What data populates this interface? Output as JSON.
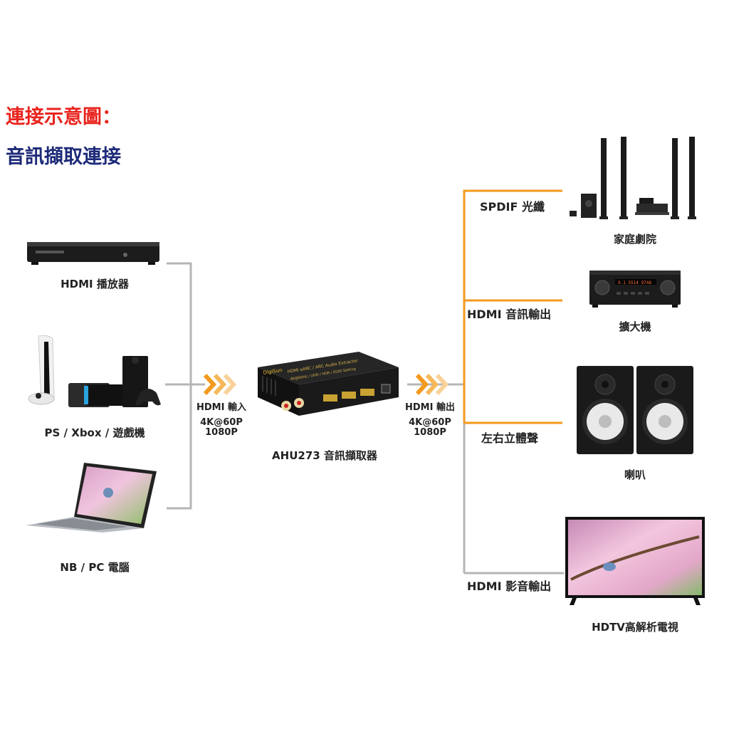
{
  "heading": "連接示意圖：",
  "subheading": "音訊擷取連接",
  "sources": [
    {
      "label": "HDMI 播放器"
    },
    {
      "label": "PS / Xbox / 遊戲機"
    },
    {
      "label": "NB / PC 電腦"
    }
  ],
  "input": {
    "title": "HDMI 輸入",
    "res1": "4K@60P",
    "res2": "1080P"
  },
  "output": {
    "title": "HDMI 輸出",
    "res1": "4K@60P",
    "res2": "1080P"
  },
  "device": {
    "label": "AHU273 音訊擷取器",
    "brand": "DigiSun",
    "front_text1": "HDMI eARC / ARC Audio Extractor",
    "front_text2": "4K@60Hz / UHD / HDR / EDID Setting"
  },
  "outputs": [
    {
      "wire": "SPDIF 光纖",
      "label": "家庭劇院"
    },
    {
      "wire": "HDMI 音訊輸出",
      "label": "擴大機"
    },
    {
      "wire": "左右立體聲",
      "label": "喇叭"
    },
    {
      "wire": "HDMI 影音輸出",
      "label": "HDTV高解析電視"
    }
  ],
  "amp_display": "9.1 5514 9748",
  "colors": {
    "heading": "#e8231d",
    "subheading": "#1d2a78",
    "input_lines": "#b5b5b5",
    "output_lines": "#f39a1e",
    "arrows": "#f6a531"
  }
}
